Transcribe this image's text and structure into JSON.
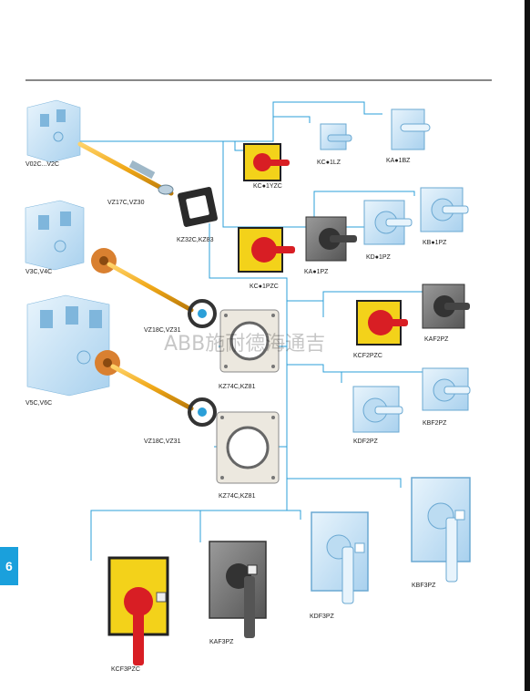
{
  "page": {
    "chapter_tab": "6",
    "watermark": "ABB施耐德海通吉"
  },
  "colors": {
    "connector": "#2b9fd8",
    "tab": "#1aa0dc",
    "yellow_plate": "#f3d21a",
    "red_handle": "#d81e24",
    "grey_plate": "#777777",
    "light_blue": "#cfe6f5",
    "shaft": "#f0a818",
    "orange_flange": "#d98030",
    "beige_plate": "#ece8df"
  },
  "labels": {
    "v02c": "V02C...V2C",
    "v3c": "V3C,V4C",
    "v5c": "V5C,V6C",
    "vz17c": "VZ17C,VZ30",
    "kz32c": "KZ32C,KZ83",
    "vz18c_1": "VZ18C,VZ31",
    "vz18c_2": "VZ18C,VZ31",
    "kz74c_1": "KZ74C,KZ81",
    "kz74c_2": "KZ74C,KZ81",
    "kc1yzc": "KC●1YZC",
    "kc1lz": "KC●1LZ",
    "ka1bz": "KA●1BZ",
    "kc1pzc": "KC●1PZC",
    "ka1pz": "KA●1PZ",
    "kd1pz": "KD●1PZ",
    "kb1pz": "KB●1PZ",
    "kcf2pzc": "KCF2PZC",
    "kaf2pz": "KAF2PZ",
    "kdf2pz": "KDF2PZ",
    "kbf2pz": "KBF2PZ",
    "kcf3pzc": "KCF3PZC",
    "kaf3pz": "KAF3PZ",
    "kdf3pz": "KDF3PZ",
    "kbf3pz": "KBF3PZ"
  }
}
